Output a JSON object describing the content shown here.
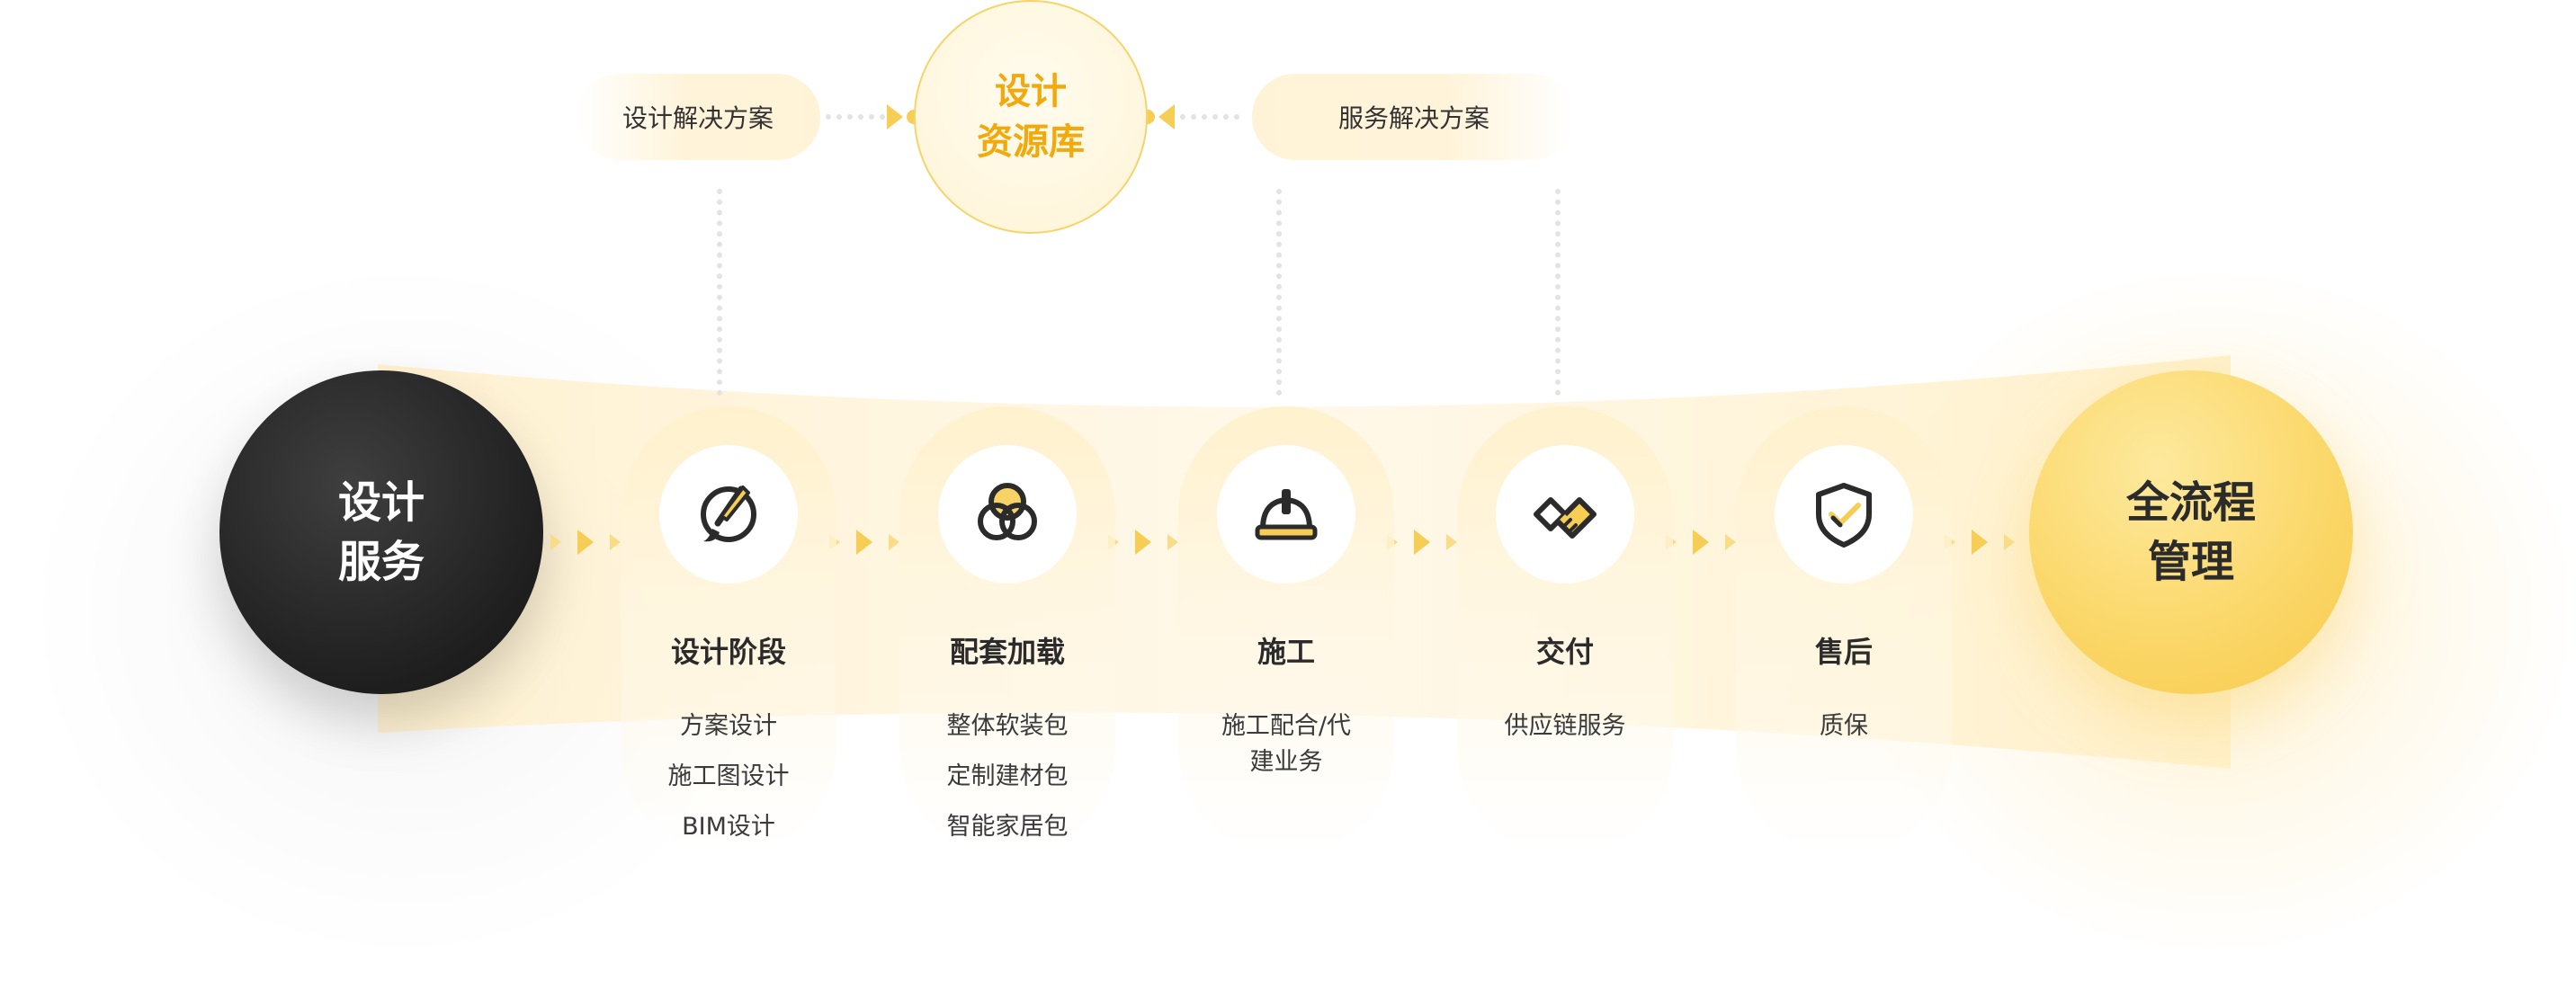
{
  "colors": {
    "accent": "#f6cd55",
    "resource_text": "#f1a90c",
    "dark": "#1f1f1f",
    "card": "#fff1cc"
  },
  "top": {
    "left_label": "设计解决方案",
    "right_label": "服务解决方案",
    "resource_line1": "设计",
    "resource_line2": "资源库"
  },
  "start": {
    "line1": "设计",
    "line2": "服务"
  },
  "end": {
    "line1": "全流程",
    "line2": "管理"
  },
  "stages": [
    {
      "icon": "brush-icon",
      "title": "设计阶段",
      "items": [
        "方案设计",
        "施工图设计",
        "BIM设计"
      ]
    },
    {
      "icon": "three-circles-icon",
      "title": "配套加载",
      "items": [
        "整体软装包",
        "定制建材包",
        "智能家居包"
      ]
    },
    {
      "icon": "hard-hat-icon",
      "title": "施工",
      "items": [
        "施工配合/代建业务"
      ],
      "wrapped": true,
      "item_lines": [
        "施工配合/代",
        "建业务"
      ]
    },
    {
      "icon": "handshake-icon",
      "title": "交付",
      "items": [
        "供应链服务"
      ]
    },
    {
      "icon": "shield-check-icon",
      "title": "售后",
      "items": [
        "质保"
      ]
    }
  ]
}
